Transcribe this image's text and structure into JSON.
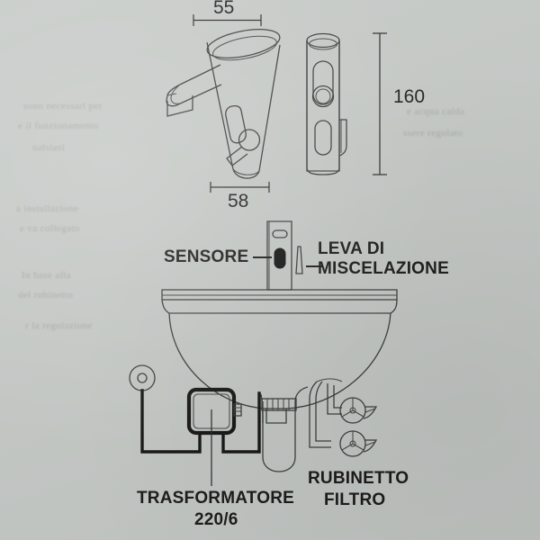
{
  "page": {
    "kind": "technical-drawing-scan",
    "paper_color": "#c5c9c6",
    "ink_color": "#2b2d2c",
    "heavy_ink_color": "#141514"
  },
  "dimensions": {
    "top_width": "55",
    "bottom_width": "58",
    "height": "160"
  },
  "labels": {
    "sensor": "SENSORE",
    "mixing_lever_line1": "LEVA DI",
    "mixing_lever_line2": "MISCELAZIONE",
    "transformer_line1": "TRASFORMATORE",
    "transformer_line2": "220/6",
    "valve_line1": "RUBINETTO",
    "valve_line2": "FILTRO"
  },
  "ghost": {
    "l1": "sono necessari per",
    "l2": "e il funzionamento",
    "l3": "ualsiasi",
    "l4": "a installazione",
    "l5": "e va collegato",
    "l6": "In base alla",
    "l7": "del rubinetto",
    "l8": "r la regolazione",
    "r1": "e acqua calda",
    "r2": "ssere regolato"
  },
  "views": {
    "perspective_view": "faucet-perspective",
    "front_view": "faucet-front",
    "assembly_view": "basin-assembly"
  }
}
